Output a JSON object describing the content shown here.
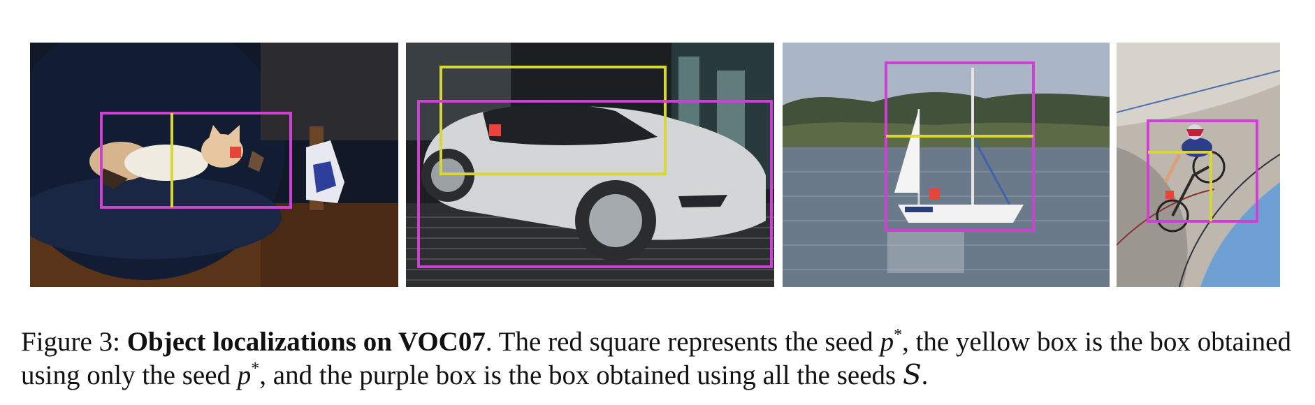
{
  "figure": {
    "label": "Figure 3:",
    "title": "Object localizations on VOC07",
    "caption_part1": ". The red square represents the seed ",
    "seed_symbol": "p",
    "seed_star": "*",
    "caption_part2": ", the yellow box is the box obtained using only the seed ",
    "caption_part3": ", and the purple box is the box obtained using all the seeds ",
    "seeds_symbol": "S",
    "caption_end": ".",
    "colors": {
      "seed": "#e8443a",
      "yellow_box": "#d8d63a",
      "purple_box": "#cf3fd2"
    },
    "panels": [
      {
        "subject": "cat on dark chair"
      },
      {
        "subject": "silver sports car"
      },
      {
        "subject": "sailboat on water"
      },
      {
        "subject": "track cyclist"
      }
    ]
  }
}
